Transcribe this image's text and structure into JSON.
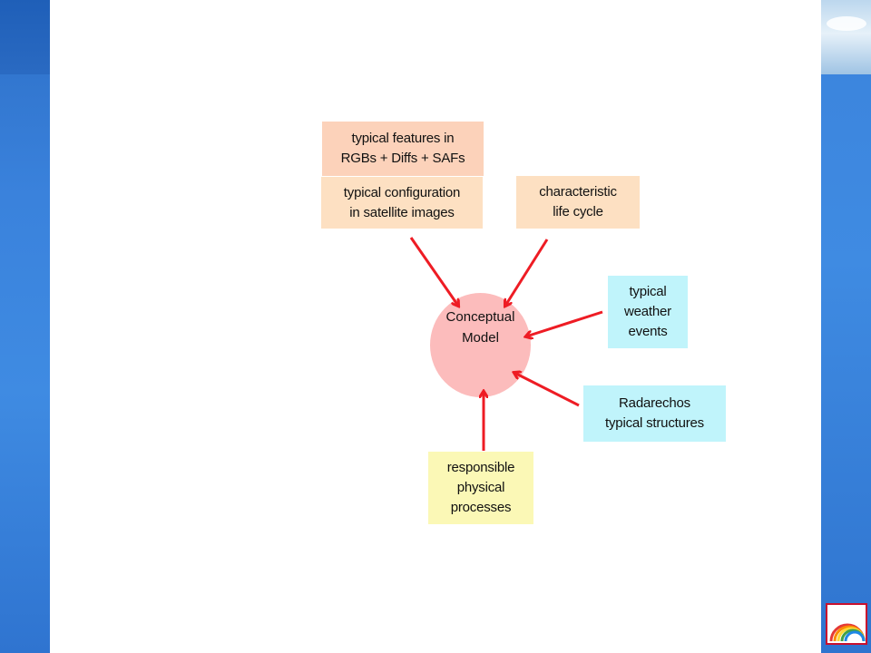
{
  "diagram": {
    "center": {
      "label": "Conceptual\nModel"
    },
    "boxes": [
      {
        "id": "typical-features",
        "text": "typical features in\nRGBs + Diffs + SAFs"
      },
      {
        "id": "typical-configuration",
        "text": "typical configuration\nin satellite images"
      },
      {
        "id": "life-cycle",
        "text": "characteristic\nlife cycle"
      },
      {
        "id": "weather-events",
        "text": "typical\nweather\nevents"
      },
      {
        "id": "radarechos",
        "text": "Radarechos\ntypical structures"
      },
      {
        "id": "physical-processes",
        "text": "responsible\nphysical\nprocesses"
      }
    ]
  },
  "colors": {
    "center_fill": "#fcbcbc",
    "arrow": "#ee1c24",
    "box_peach": "#fde0c2",
    "box_salmon": "#fcd2ba",
    "box_cyan": "#c0f4fb",
    "box_yellow": "#fbf8b6",
    "side_bar_blue": "#3a82dc"
  },
  "logo": {
    "icon": "rainbow-logo-icon"
  }
}
